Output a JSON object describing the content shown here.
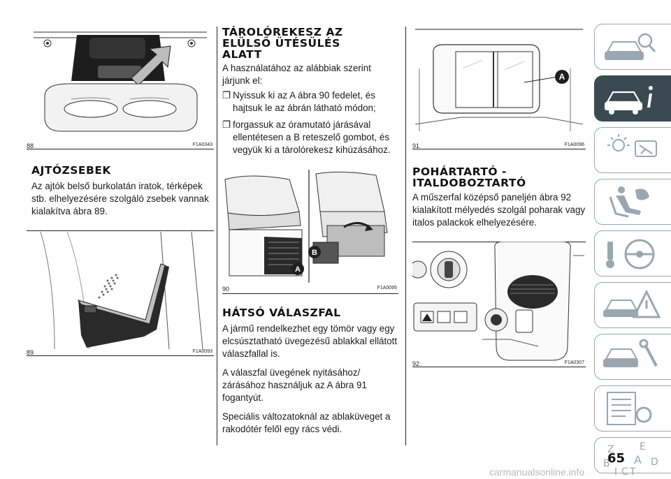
{
  "figures": {
    "f88": {
      "number": "88",
      "code": "F1A0343"
    },
    "f89": {
      "number": "89",
      "code": "F1A0093"
    },
    "f90": {
      "number": "90",
      "code": "F1A0095",
      "callouts": [
        "B",
        "A"
      ]
    },
    "f91": {
      "number": "91",
      "code": "F1A0096",
      "callouts": [
        "A"
      ]
    },
    "f92": {
      "number": "92",
      "code": "F1A0307"
    }
  },
  "sections": {
    "door_pockets": {
      "title": "AJTÓZSEBEK",
      "body": "Az ajtók belső burkolatán iratok, térképek stb. elhelyezésére szolgáló zsebek vannak kialakítva ábra 89."
    },
    "front_tray": {
      "title_lines": [
        "TÁROLÓREKESZ AZ",
        "ELÜLSŐ ÜTÉSÜLÉS",
        "ALATT"
      ],
      "intro": "A használatához az alábbiak szerint járjunk el:",
      "bullets": [
        "Nyissuk ki az A ábra 90 fedelet, és hajtsuk le az ábrán látható módon;",
        "forgassuk az óramutató járásával ellentétesen a B reteszelő gombot, és vegyük ki a tárolórekesz kihúzásához."
      ],
      "bullet_mark": "❐"
    },
    "rear_partition": {
      "title": "HÁTSÓ VÁLASZFAL",
      "paragraphs": [
        "A jármű rendelkezhet egy tömör vagy egy elcsúsztatható üvegezésű ablakkal ellátott válaszfallal is.",
        "A válaszfal üvegének nyitásához/ zárásához használjuk az A ábra 91 fogantyút.",
        "Speciális változatoknál az ablaküveget a rakodótér felől egy rács védi."
      ]
    },
    "cup_holder": {
      "title_lines": [
        "POHÁRTARTÓ -",
        "ITALDOBOZTARTÓ"
      ],
      "body": "A műszerfal középső paneljén ábra 92 kialakított mélyedés szolgál poharak vagy italos palackok elhelyezésére."
    }
  },
  "sidebar": {
    "tabs": [
      {
        "icon": "car-search-icon",
        "active": false
      },
      {
        "icon": "car-info-icon",
        "active": true
      },
      {
        "icon": "warning-lights-icon",
        "active": false
      },
      {
        "icon": "airbag-seat-icon",
        "active": false
      },
      {
        "icon": "key-steering-icon",
        "active": false
      },
      {
        "icon": "breakdown-triangle-icon",
        "active": false
      },
      {
        "icon": "car-service-icon",
        "active": false
      },
      {
        "icon": "technical-data-icon",
        "active": false
      },
      {
        "icon": "alphabetical-index-icon",
        "active": false
      }
    ],
    "index_letters": [
      "Z",
      "E",
      "A",
      "B",
      "D",
      "I",
      "C",
      "T"
    ]
  },
  "page_number": "65",
  "watermark": "carmanualsonline.info",
  "colors": {
    "tab_active": "#3b4a52",
    "tab_border": "#9aa7b0",
    "text": "#1a1a1a"
  }
}
